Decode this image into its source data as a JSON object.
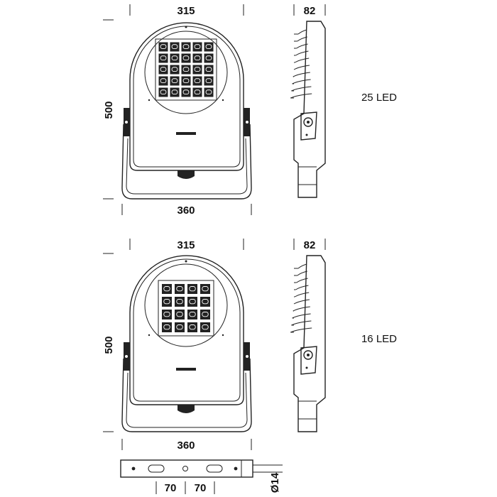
{
  "views": [
    {
      "front_width": "315",
      "side_depth": "82",
      "height": "500",
      "bracket_width": "360",
      "led_label": "25 LED",
      "led_rows": 5,
      "led_cols": 5
    },
    {
      "front_width": "315",
      "side_depth": "82",
      "height": "500",
      "bracket_width": "360",
      "led_label": "16 LED",
      "led_rows": 4,
      "led_cols": 4
    }
  ],
  "bracket_detail": {
    "spacing_left": "70",
    "spacing_right": "70",
    "hole_diameter": "Ø14"
  },
  "colors": {
    "line": "#222222",
    "background": "#ffffff"
  }
}
